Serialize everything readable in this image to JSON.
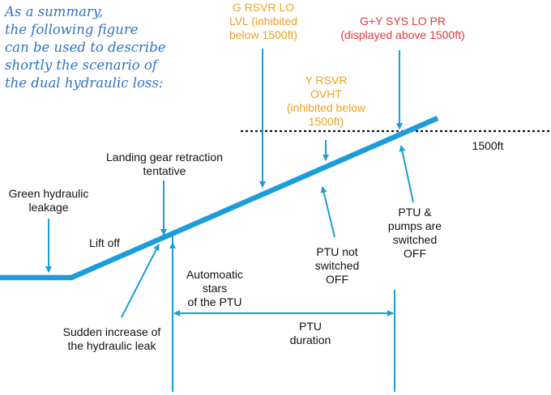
{
  "intro_lines": [
    "As a summary,",
    "the following figure",
    "can be used to describe",
    "shortly the scenario of",
    "the dual hydraulic loss:"
  ],
  "labels": {
    "g_rsvr_lo": [
      "G RSVR LO",
      "LVL (inhibited",
      "below 1500ft)"
    ],
    "gy_sys_lo_pr": [
      "G+Y SYS LO PR",
      "(displayed above 1500ft)"
    ],
    "y_rsvr_ovht": [
      "Y RSVR",
      "OVHT",
      "(inhibited below",
      "1500ft)"
    ],
    "altitude_1500": [
      "1500ft"
    ],
    "landing_gear": [
      "Landing gear retraction",
      "tentative"
    ],
    "green_leakage": [
      "Green hydraulic",
      "leakage"
    ],
    "lift_off": [
      "Lift off"
    ],
    "ptu_pumps_off": [
      "PTU &",
      "pumps are",
      "switched",
      "OFF"
    ],
    "ptu_not_switched": [
      "PTU not",
      "switched",
      "OFF"
    ],
    "auto_starts": [
      "Automoatic",
      "stars",
      "of the PTU"
    ],
    "sudden_increase": [
      "Sudden increase of",
      "the hydraulic leak"
    ],
    "ptu_duration": [
      "PTU",
      "duration"
    ]
  },
  "colors": {
    "intro_text": "#2f74c6",
    "flight_path": "#1b9ddb",
    "orange_text": "#f0a01e",
    "red_text": "#e8353d",
    "body_text": "#111111"
  }
}
